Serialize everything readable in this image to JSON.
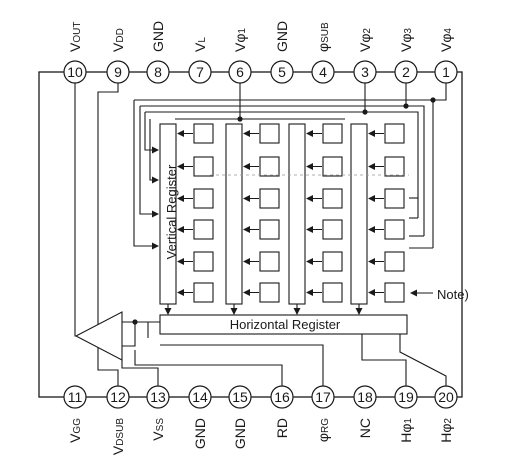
{
  "diagram": {
    "top_pins": [
      {
        "number": "10",
        "label_main": "V",
        "label_sub": "OUT"
      },
      {
        "number": "9",
        "label_main": "V",
        "label_sub": "DD"
      },
      {
        "number": "8",
        "label_main": "GND",
        "label_sub": ""
      },
      {
        "number": "7",
        "label_main": "V",
        "label_sub": "L"
      },
      {
        "number": "6",
        "label_main": "Vφ",
        "label_sub": "1"
      },
      {
        "number": "5",
        "label_main": "GND",
        "label_sub": ""
      },
      {
        "number": "4",
        "label_main": "φ",
        "label_sub": "SUB"
      },
      {
        "number": "3",
        "label_main": "Vφ",
        "label_sub": "2"
      },
      {
        "number": "2",
        "label_main": "Vφ",
        "label_sub": "3"
      },
      {
        "number": "1",
        "label_main": "Vφ",
        "label_sub": "4"
      }
    ],
    "bottom_pins": [
      {
        "number": "11",
        "label_main": "V",
        "label_sub": "GG"
      },
      {
        "number": "12",
        "label_main": "V",
        "label_sub": "DSUB"
      },
      {
        "number": "13",
        "label_main": "V",
        "label_sub": "SS"
      },
      {
        "number": "14",
        "label_main": "GND",
        "label_sub": ""
      },
      {
        "number": "15",
        "label_main": "GND",
        "label_sub": ""
      },
      {
        "number": "16",
        "label_main": "RD",
        "label_sub": ""
      },
      {
        "number": "17",
        "label_main": "φ",
        "label_sub": "RG"
      },
      {
        "number": "18",
        "label_main": "NC",
        "label_sub": ""
      },
      {
        "number": "19",
        "label_main": "Hφ",
        "label_sub": "1"
      },
      {
        "number": "20",
        "label_main": "Hφ",
        "label_sub": "2"
      }
    ],
    "vertical_register_label": "Vertical Register",
    "horizontal_register_label": "Horizontal Register",
    "note_label": "Note)"
  }
}
